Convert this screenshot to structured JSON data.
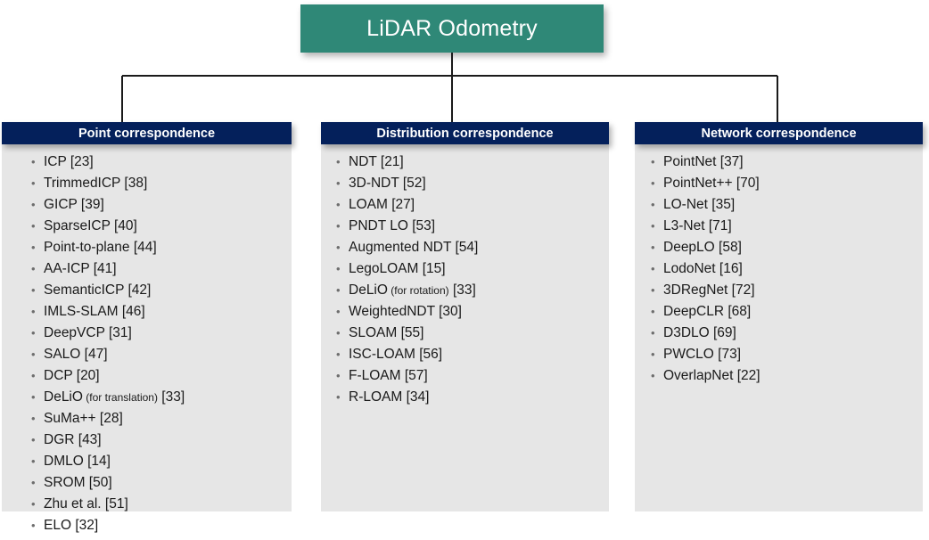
{
  "diagram": {
    "type": "tree",
    "root": {
      "label": "LiDAR Odometry",
      "color": "#2f8877",
      "text_color": "#ffffff"
    },
    "branch_header_color": "#04205b",
    "branch_body_color": "#e6e6e6",
    "connector_color": "#1a1a1a",
    "branches": [
      {
        "header": "Point correspondence",
        "items": [
          {
            "name": "ICP",
            "qualifier": "",
            "ref": "[23]"
          },
          {
            "name": "TrimmedICP",
            "qualifier": "",
            "ref": "[38]"
          },
          {
            "name": "GICP",
            "qualifier": "",
            "ref": "[39]"
          },
          {
            "name": "SparseICP",
            "qualifier": "",
            "ref": "[40]"
          },
          {
            "name": "Point-to-plane",
            "qualifier": "",
            "ref": "[44]"
          },
          {
            "name": "AA-ICP",
            "qualifier": "",
            "ref": "[41]"
          },
          {
            "name": "SemanticICP",
            "qualifier": "",
            "ref": "[42]"
          },
          {
            "name": "IMLS-SLAM",
            "qualifier": "",
            "ref": "[46]"
          },
          {
            "name": "DeepVCP",
            "qualifier": "",
            "ref": "[31]"
          },
          {
            "name": "SALO",
            "qualifier": "",
            "ref": "[47]"
          },
          {
            "name": "DCP",
            "qualifier": "",
            "ref": "[20]"
          },
          {
            "name": "DeLiO",
            "qualifier": "(for translation)",
            "ref": "[33]"
          },
          {
            "name": "SuMa++",
            "qualifier": "",
            "ref": "[28]"
          },
          {
            "name": "DGR",
            "qualifier": "",
            "ref": "[43]"
          },
          {
            "name": "DMLO",
            "qualifier": "",
            "ref": "[14]"
          },
          {
            "name": "SROM",
            "qualifier": "",
            "ref": "[50]"
          },
          {
            "name": "Zhu et al.",
            "qualifier": "",
            "ref": "[51]"
          },
          {
            "name": "ELO",
            "qualifier": "",
            "ref": "[32]"
          }
        ]
      },
      {
        "header": "Distribution correspondence",
        "items": [
          {
            "name": "NDT",
            "qualifier": "",
            "ref": "[21]"
          },
          {
            "name": "3D-NDT",
            "qualifier": "",
            "ref": "[52]"
          },
          {
            "name": "LOAM",
            "qualifier": "",
            "ref": "[27]"
          },
          {
            "name": "PNDT LO",
            "qualifier": "",
            "ref": "[53]"
          },
          {
            "name": "Augmented NDT",
            "qualifier": "",
            "ref": "[54]"
          },
          {
            "name": "LegoLOAM",
            "qualifier": "",
            "ref": "[15]"
          },
          {
            "name": "DeLiO",
            "qualifier": "(for rotation)",
            "ref": "[33]"
          },
          {
            "name": "WeightedNDT",
            "qualifier": "",
            "ref": "[30]"
          },
          {
            "name": "SLOAM",
            "qualifier": "",
            "ref": "[55]"
          },
          {
            "name": "ISC-LOAM",
            "qualifier": "",
            "ref": "[56]"
          },
          {
            "name": "F-LOAM",
            "qualifier": "",
            "ref": "[57]"
          },
          {
            "name": "R-LOAM",
            "qualifier": "",
            "ref": "[34]"
          }
        ]
      },
      {
        "header": "Network correspondence",
        "items": [
          {
            "name": "PointNet",
            "qualifier": "",
            "ref": "[37]"
          },
          {
            "name": "PointNet++",
            "qualifier": "",
            "ref": "[70]"
          },
          {
            "name": "LO-Net",
            "qualifier": "",
            "ref": "[35]"
          },
          {
            "name": "L3-Net",
            "qualifier": "",
            "ref": "[71]"
          },
          {
            "name": "DeepLO",
            "qualifier": "",
            "ref": "[58]"
          },
          {
            "name": "LodoNet",
            "qualifier": "",
            "ref": "[16]"
          },
          {
            "name": "3DRegNet",
            "qualifier": "",
            "ref": "[72]"
          },
          {
            "name": "DeepCLR",
            "qualifier": "",
            "ref": "[68]"
          },
          {
            "name": "D3DLO",
            "qualifier": "",
            "ref": "[69]"
          },
          {
            "name": "PWCLO",
            "qualifier": "",
            "ref": "[73]"
          },
          {
            "name": "OverlapNet",
            "qualifier": "",
            "ref": "[22]"
          }
        ]
      }
    ],
    "bullet_glyph": "•"
  }
}
